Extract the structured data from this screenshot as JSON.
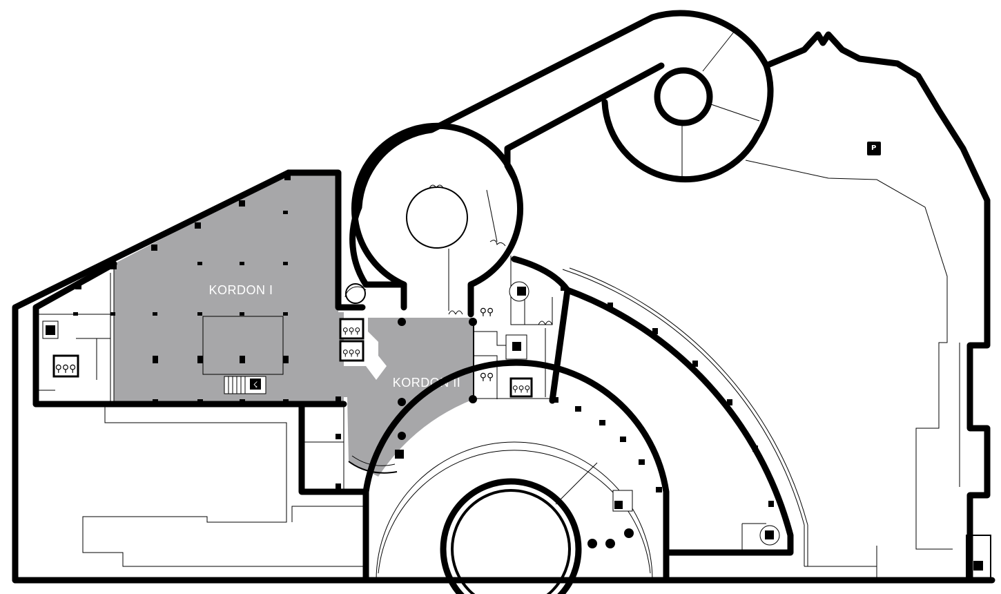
{
  "map": {
    "rooms": [
      {
        "id": "kordon-1",
        "label": "KORDON I"
      },
      {
        "id": "kordon-2",
        "label": "KORDON II"
      }
    ],
    "icons": {
      "parking": "parking-icon",
      "elevator": "elevator-icon",
      "emergency_exit": "emergency-exit-icon",
      "restroom": "restroom-icon",
      "stairs": "stairs-icon"
    },
    "colors": {
      "meeting_room_fill": "#a7a7a9",
      "wall": "#000000",
      "background": "#ffffff"
    }
  }
}
